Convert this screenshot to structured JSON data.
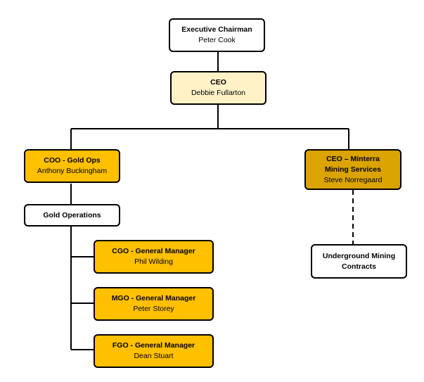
{
  "chart": {
    "chairman": {
      "title": "Executive Chairman",
      "name": "Peter Cook"
    },
    "ceo": {
      "title": "CEO",
      "name": "Debbie Fullarton"
    },
    "coo": {
      "title": "COO -  Gold Ops",
      "name": "Anthony Buckingham"
    },
    "gold_operations": {
      "title": "Gold Operations"
    },
    "cgo": {
      "title": "CGO -  General Manager",
      "name": "Phil Wilding"
    },
    "mgo": {
      "title": "MGO -  General Manager",
      "name": "Peter Storey"
    },
    "fgo": {
      "title": "FGO -  General Manager",
      "name": "Dean Stuart"
    },
    "minterra": {
      "title_line1": "CEO – Minterra",
      "title_line2": "Mining Services",
      "name": "Steve Norregaard"
    },
    "underground": {
      "title_line1": "Underground Mining",
      "title_line2": "Contracts"
    }
  },
  "colors": {
    "cream": "#fff2c6",
    "gold": "#ffc000",
    "dark_gold": "#dba400",
    "line": "#000000"
  }
}
